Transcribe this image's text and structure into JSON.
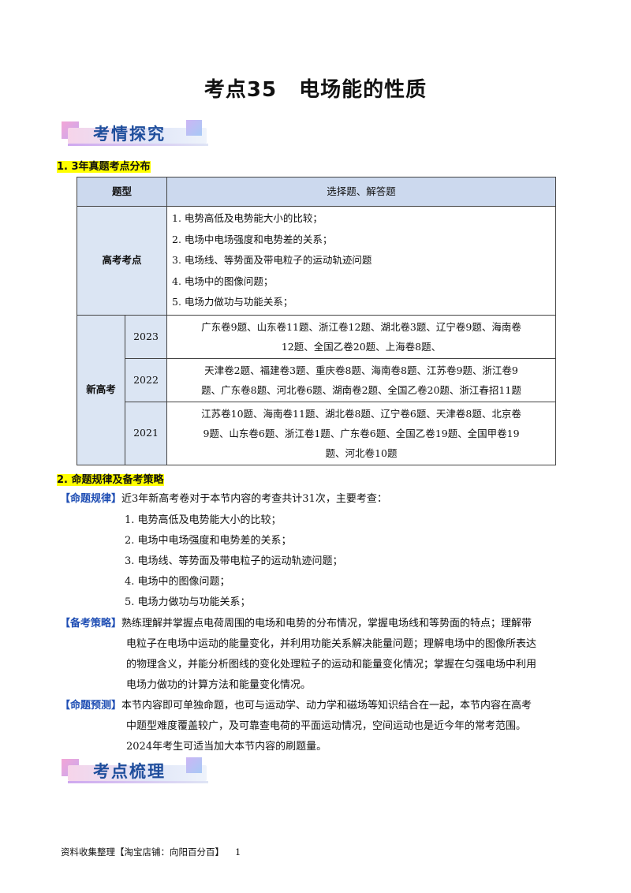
{
  "title": {
    "prefix": "考点35",
    "main": "电场能的性质"
  },
  "banners": {
    "first": "考情探究",
    "second": "考点梳理"
  },
  "section1": {
    "heading": "1. 3年真题考点分布",
    "table": {
      "col1_header": "题型",
      "col2_header": "选择题、解答题",
      "points_label": "高考考点",
      "points": [
        "1. 电势高低及电势能大小的比较；",
        "2. 电场中电场强度和电势差的关系；",
        "3. 电场线、等势面及带电粒子的运动轨迹问题",
        "4. 电场中的图像问题；",
        "5. 电场力做功与功能关系；"
      ],
      "new_label": "新高考",
      "years": [
        {
          "year": "2023",
          "lines": [
            "广东卷9题、山东卷11题、浙江卷12题、湖北卷3题、辽宁卷9题、海南卷",
            "12题、全国乙卷20题、上海卷8题、"
          ]
        },
        {
          "year": "2022",
          "lines": [
            "天津卷2题、福建卷3题、重庆卷8题、海南卷8题、江苏卷9题、浙江卷9",
            "题、广东卷8题、河北卷6题、湖南卷2题、全国乙卷20题、浙江春招11题"
          ]
        },
        {
          "year": "2021",
          "lines": [
            "江苏卷10题、海南卷11题、湖北卷8题、辽宁卷6题、天津卷8题、北京卷",
            "9题、山东卷6题、浙江卷1题、广东卷6题、全国乙卷19题、全国甲卷19",
            "题、河北卷10题"
          ]
        }
      ]
    }
  },
  "section2": {
    "heading": "2.  命题规律及备考策略",
    "rule": {
      "tag": "【命题规律】",
      "text": "近3年新高考卷对于本节内容的考查共计31次，主要考查：",
      "items": [
        "1.  电势高低及电势能大小的比较；",
        "2.  电场中电场强度和电势差的关系；",
        "3.  电场线、等势面及带电粒子的运动轨迹问题；",
        "4.  电场中的图像问题；",
        "5.  电场力做功与功能关系；"
      ]
    },
    "strategy": {
      "tag": "【备考策略】",
      "lines": [
        "熟练理解并掌握点电荷周围的电场和电势的分布情况，掌握电场线和等势面的特点；理解带",
        "电粒子在电场中运动的能量变化，并利用功能关系解决能量问题；理解电场中的图像所表达",
        "的物理含义，并能分析图线的变化处理粒子的运动和能量变化情况；掌握在匀强电场中利用",
        "电场力做功的计算方法和能量变化情况。"
      ]
    },
    "forecast": {
      "tag": "【命题预测】",
      "lines": [
        "本节内容即可单独命题，也可与运动学、动力学和磁场等知识结合在一起，本节内容在高考",
        "中题型难度覆盖较广，及可靠查电荷的平面运动情况，空间运动也是近今年的常考范围。",
        "2024年考生可适当加大本节内容的刷题量。"
      ]
    }
  },
  "footer": {
    "text": "资料收集整理【淘宝店铺：向阳百分百】",
    "page": "1"
  }
}
